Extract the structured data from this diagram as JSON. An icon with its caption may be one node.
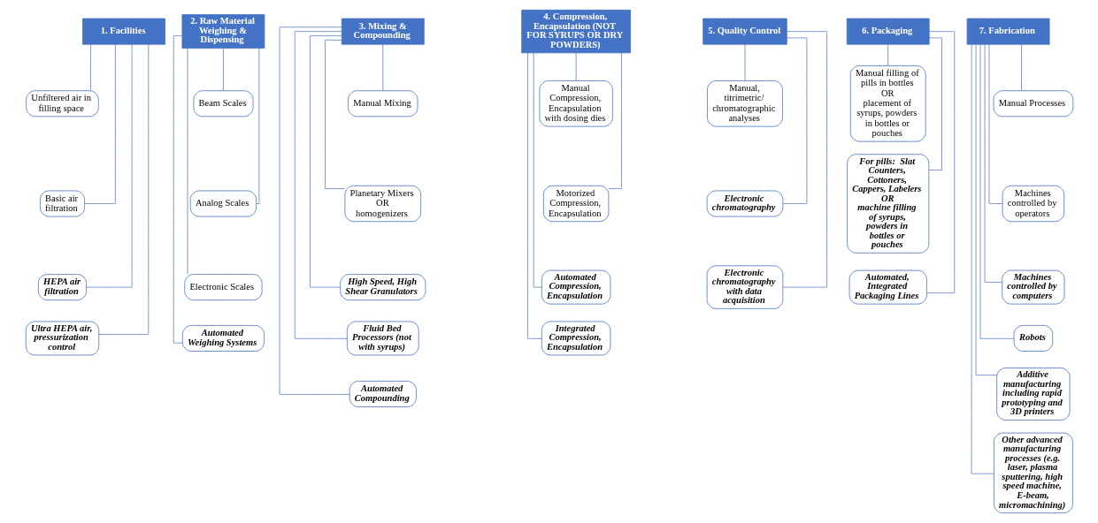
{
  "diagram": {
    "nodes": [
      {
        "text": [
          "1. Facilities"
        ]
      },
      {
        "text": [
          "Unfiltered air in filling space"
        ]
      },
      {
        "text": [
          "Basic air filtration"
        ]
      },
      {
        "text": [
          "HEPA air filtration"
        ]
      },
      {
        "text": [
          "Ultra HEPA air, pressurization control"
        ]
      },
      {
        "text": [
          "2. Raw Material Weighing & Dispensing"
        ]
      },
      {
        "text": [
          "Beam Scales"
        ]
      },
      {
        "text": [
          "Analog Scales"
        ]
      },
      {
        "text": [
          "Electronic Scales"
        ]
      },
      {
        "text": [
          "Automated Weighing Systems"
        ]
      },
      {
        "text": [
          "3. Mixing & Compounding"
        ]
      },
      {
        "text": [
          "Manual Mixing"
        ]
      },
      {
        "text": [
          "Planetary Mixers",
          "OR",
          "homogenizers"
        ]
      },
      {
        "text": [
          "High Speed, High Shear Granulators"
        ]
      },
      {
        "text": [
          "Fluid Bed Processors (not with syrups)"
        ]
      },
      {
        "text": [
          "Automated Compounding"
        ]
      },
      {
        "text": [
          "4. Compression, Encapsulation (NOT FOR SYRUPS OR DRY POWDERS)"
        ]
      },
      {
        "text": [
          "Manual Compression, Encapsulation with dosing dies"
        ]
      },
      {
        "text": [
          "Motorized Compression, Encapsulation"
        ]
      },
      {
        "text": [
          "Automated Compression, Encapsulation"
        ]
      },
      {
        "text": [
          "Integrated Compression, Encapsulation"
        ]
      },
      {
        "text": [
          "5. Quality Control"
        ]
      },
      {
        "text": [
          "Manual, titrimetric/ chromatographic analyses"
        ]
      },
      {
        "text": [
          "Electronic chromatography"
        ]
      },
      {
        "text": [
          "Electronic chromatography with data acquisition"
        ]
      },
      {
        "text": [
          "6. Packaging"
        ]
      },
      {
        "text": [
          "Manual filling of pills in bottles",
          "OR",
          "placement of syrups, powders in bottles or pouches"
        ]
      },
      {
        "text": [
          "For pills:  Slat Counters, Cottoners, Cappers, Labelers",
          "OR",
          "machine filling of syrups, powders in bottles or pouches"
        ]
      },
      {
        "text": [
          "Automated, Integrated Packaging Lines"
        ]
      },
      {
        "text": [
          "7. Fabrication"
        ]
      },
      {
        "text": [
          "Manual Processes"
        ]
      },
      {
        "text": [
          "Machines controlled by operators"
        ]
      },
      {
        "text": [
          "Machines controlled by computers"
        ]
      },
      {
        "text": [
          "Robots"
        ]
      },
      {
        "text": [
          "Additive manufacturing including rapid prototyping and 3D printers"
        ]
      },
      {
        "text": [
          "Other advanced manufacturing processes (e.g. laser, plasma sputtering, high speed machine, E-beam, micromachining)"
        ]
      }
    ],
    "edges": [
      {
        "from": 0,
        "to": 1,
        "arrow": "none"
      },
      {
        "from": 0,
        "to": 2,
        "arrow": "none"
      },
      {
        "from": 0,
        "to": 3,
        "arrow": "none"
      },
      {
        "from": 0,
        "to": 4,
        "arrow": "none"
      },
      {
        "from": 5,
        "to": 6,
        "arrow": "none"
      },
      {
        "from": 5,
        "to": 7,
        "arrow": "none"
      },
      {
        "from": 5,
        "to": 8,
        "arrow": "none"
      },
      {
        "from": 5,
        "to": 9,
        "arrow": "none"
      },
      {
        "from": 10,
        "to": 11,
        "arrow": "none"
      },
      {
        "from": 10,
        "to": 12,
        "arrow": "none"
      },
      {
        "from": 10,
        "to": 13,
        "arrow": "none"
      },
      {
        "from": 10,
        "to": 14,
        "arrow": "none"
      },
      {
        "from": 10,
        "to": 15,
        "arrow": "none"
      },
      {
        "from": 16,
        "to": 17,
        "arrow": "none"
      },
      {
        "from": 16,
        "to": 18,
        "arrow": "none"
      },
      {
        "from": 16,
        "to": 19,
        "arrow": "none"
      },
      {
        "from": 16,
        "to": 20,
        "arrow": "none"
      },
      {
        "from": 21,
        "to": 22,
        "arrow": "none"
      },
      {
        "from": 21,
        "to": 23,
        "arrow": "none"
      },
      {
        "from": 21,
        "to": 24,
        "arrow": "none"
      },
      {
        "from": 25,
        "to": 26,
        "arrow": "none"
      },
      {
        "from": 25,
        "to": 27,
        "arrow": "none"
      },
      {
        "from": 25,
        "to": 28,
        "arrow": "none"
      },
      {
        "from": 29,
        "to": 30,
        "arrow": "none"
      },
      {
        "from": 29,
        "to": 31,
        "arrow": "none"
      },
      {
        "from": 29,
        "to": 32,
        "arrow": "none"
      },
      {
        "from": 29,
        "to": 33,
        "arrow": "none"
      },
      {
        "from": 29,
        "to": 34,
        "arrow": "none"
      },
      {
        "from": 29,
        "to": 35,
        "arrow": "none"
      }
    ]
  }
}
